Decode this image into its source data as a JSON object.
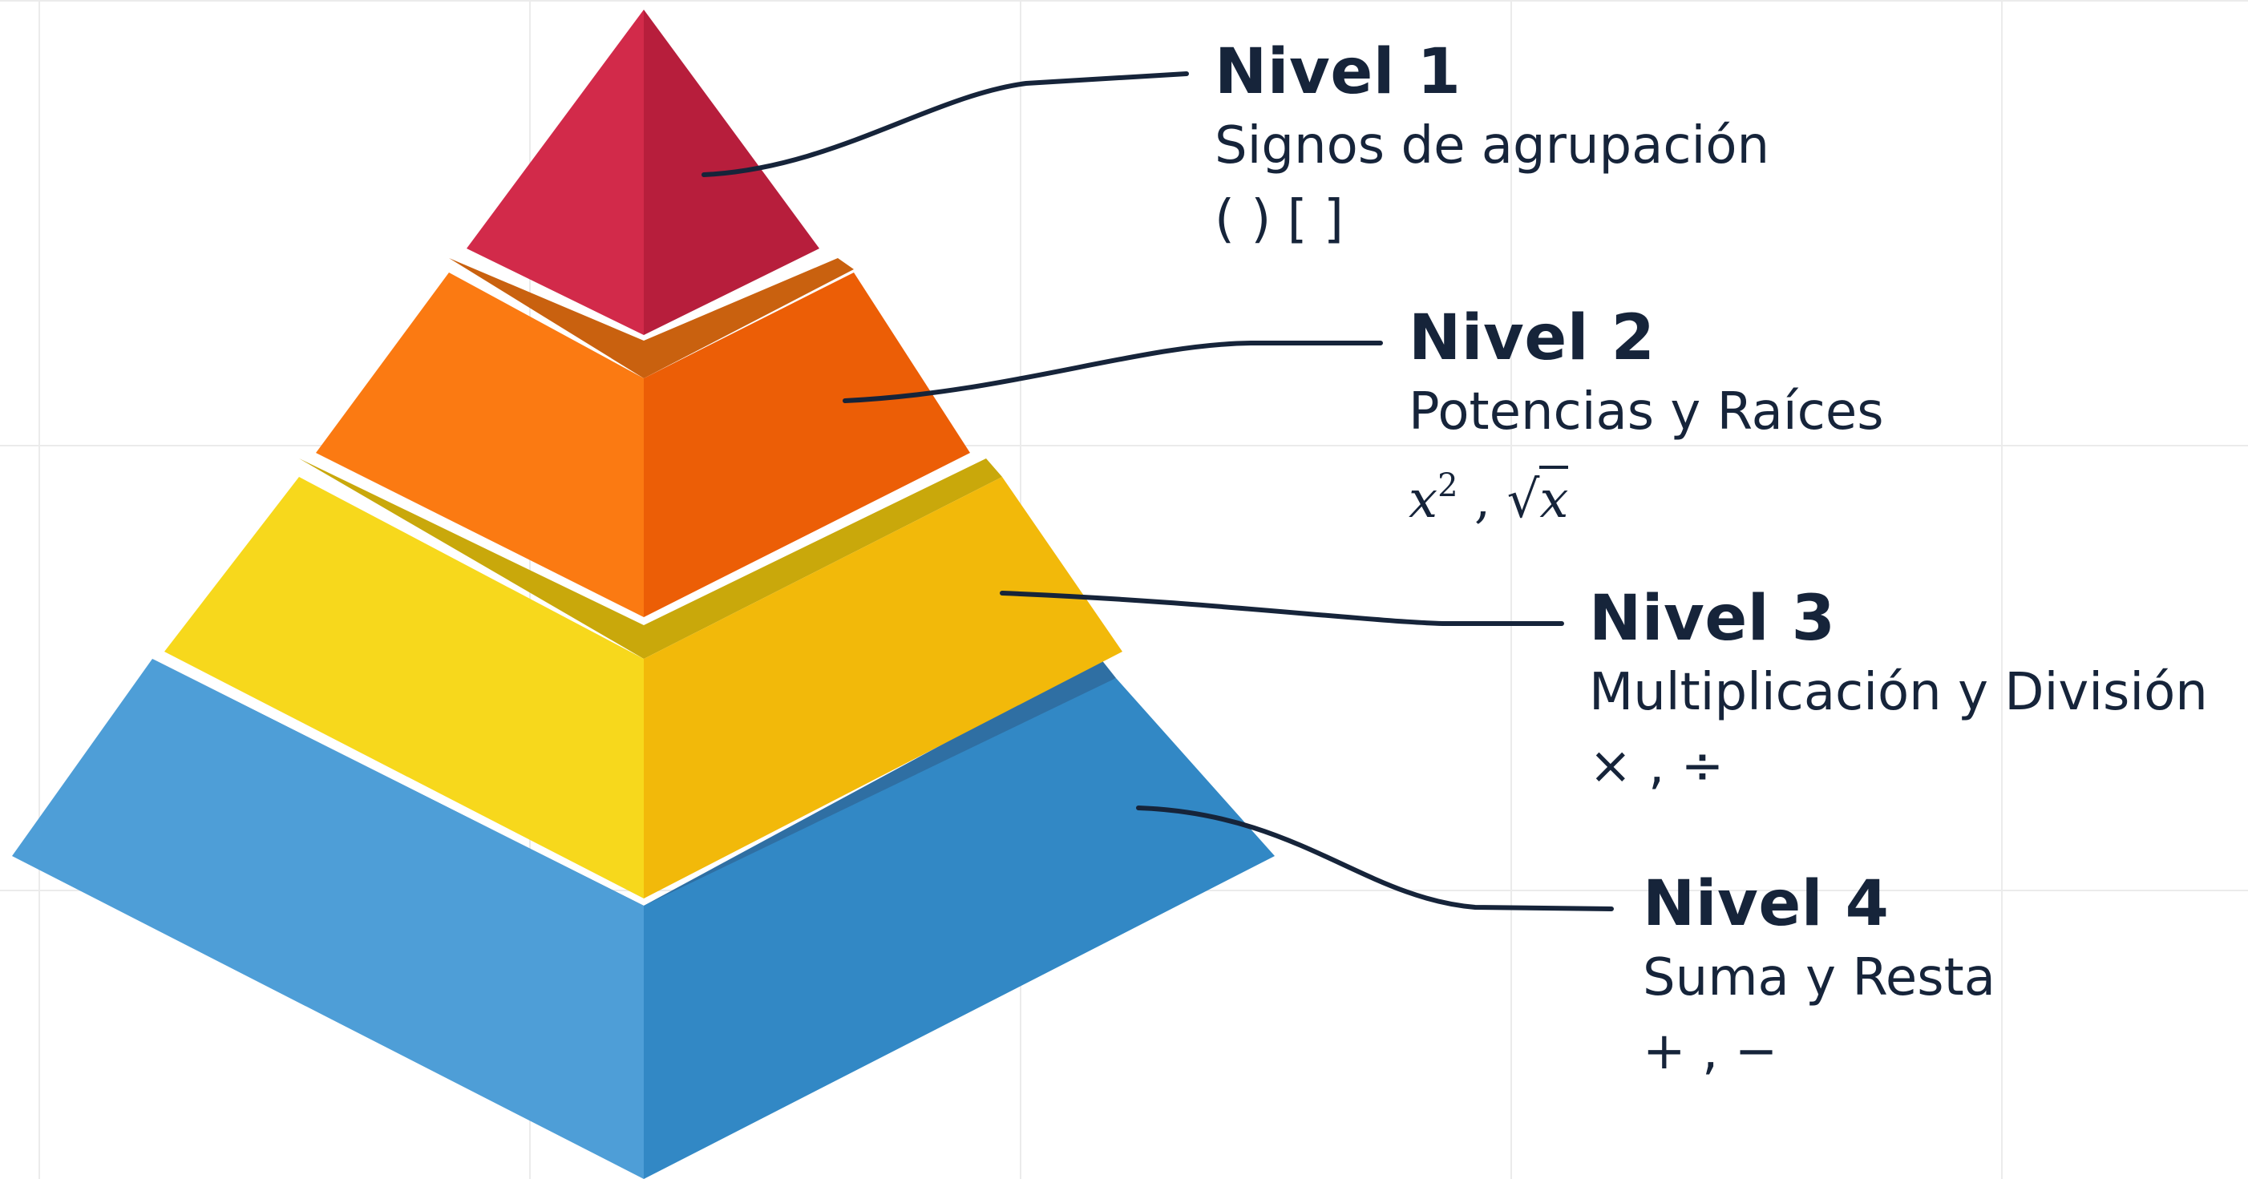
{
  "levels": [
    {
      "title": "Nivel 1",
      "description": "Signos de agrupación",
      "symbols": "( ) [ ]",
      "colors": {
        "left": "#d22a4a",
        "right": "#b71e3c",
        "ledge": "#a31a35"
      }
    },
    {
      "title": "Nivel 2",
      "description": "Potencias y Raíces",
      "symbols": {
        "power_base": "x",
        "power_exp": "2",
        "separator": " , ",
        "root_sign": "√",
        "root_arg": "x"
      },
      "colors": {
        "left": "#fb7a12",
        "right": "#ec5e06",
        "ledge": "#c9610f"
      }
    },
    {
      "title": "Nivel 3",
      "description": "Multiplicación y División",
      "symbols": "× , ÷",
      "colors": {
        "left": "#f7d81c",
        "right": "#f2b90a",
        "ledge": "#c9a80b"
      }
    },
    {
      "title": "Nivel 4",
      "description": "Suma y Resta",
      "symbols": "+ , −",
      "colors": {
        "left": "#4e9ed7",
        "right": "#3288c5",
        "ledge": "#2f6fa3"
      }
    }
  ],
  "connector_color": "#16243a"
}
